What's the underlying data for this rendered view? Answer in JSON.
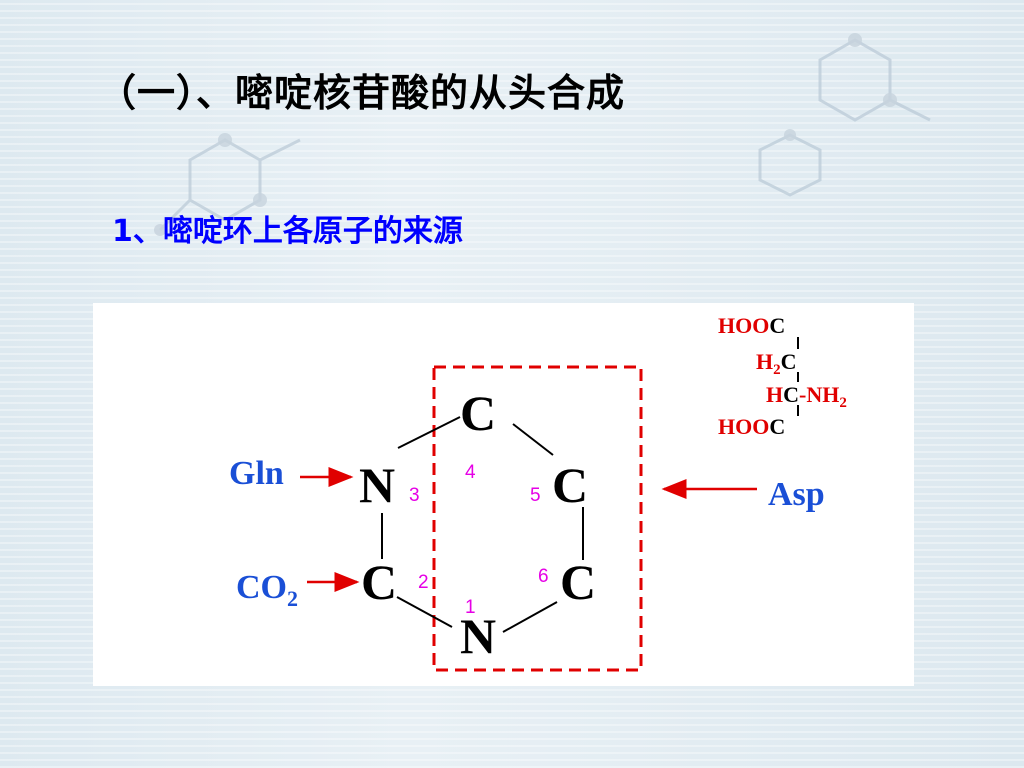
{
  "slide": {
    "title": "（一）、嘧啶核苷酸的从头合成",
    "subtitle": "1、嘧啶环上各原子的来源"
  },
  "ring": {
    "atoms": [
      {
        "symbol": "C",
        "number": "4"
      },
      {
        "symbol": "C",
        "number": "5"
      },
      {
        "symbol": "C",
        "number": "6"
      },
      {
        "symbol": "N",
        "number": "1"
      },
      {
        "symbol": "C",
        "number": "2"
      },
      {
        "symbol": "N",
        "number": "3"
      }
    ]
  },
  "sources": {
    "gln": "Gln",
    "co2": "CO",
    "co2_sub": "2",
    "asp": "Asp"
  },
  "asp_structure": {
    "row1": {
      "group": "HOO",
      "c": "C"
    },
    "row2": {
      "group": "H",
      "sub": "2",
      "c": "C"
    },
    "row3": {
      "group": "H",
      "c": "C",
      "bond": "-",
      "amine": "NH",
      "amine_sub": "2"
    },
    "row4": {
      "group": "HOO",
      "c": "C"
    }
  },
  "colors": {
    "title": "#000000",
    "subtitle": "#0000ff",
    "atom_number": "#e600e6",
    "source_label": "#1a4fd6",
    "arrow": "#e00000",
    "asp_structure": "#e00000",
    "dashed_box": "#e00000"
  }
}
